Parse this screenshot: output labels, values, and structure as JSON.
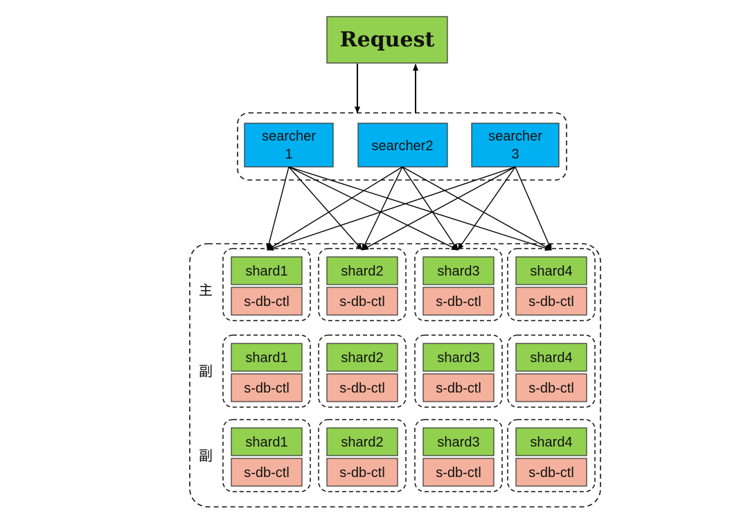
{
  "request": {
    "label": "Request",
    "fill": "#92D050"
  },
  "searchers": [
    {
      "label_lines": [
        "searcher",
        "1"
      ]
    },
    {
      "label_lines": [
        "searcher2"
      ]
    },
    {
      "label_lines": [
        "searcher",
        "3"
      ]
    }
  ],
  "searcher_fill": "#00B0F0",
  "row_labels": [
    "主",
    "副",
    "副"
  ],
  "shard_fill": "#92D050",
  "ctl_fill": "#F4B19D",
  "rows": [
    {
      "cells": [
        {
          "shard": "shard1",
          "ctl": "s-db-ctl"
        },
        {
          "shard": "shard2",
          "ctl": "s-db-ctl"
        },
        {
          "shard": "shard3",
          "ctl": "s-db-ctl"
        },
        {
          "shard": "shard4",
          "ctl": "s-db-ctl"
        }
      ]
    },
    {
      "cells": [
        {
          "shard": "shard1",
          "ctl": "s-db-ctl"
        },
        {
          "shard": "shard2",
          "ctl": "s-db-ctl"
        },
        {
          "shard": "shard3",
          "ctl": "s-db-ctl"
        },
        {
          "shard": "shard4",
          "ctl": "s-db-ctl"
        }
      ]
    },
    {
      "cells": [
        {
          "shard": "shard1",
          "ctl": "s-db-ctl"
        },
        {
          "shard": "shard2",
          "ctl": "s-db-ctl"
        },
        {
          "shard": "shard3",
          "ctl": "s-db-ctl"
        },
        {
          "shard": "shard4",
          "ctl": "s-db-ctl"
        }
      ]
    }
  ]
}
